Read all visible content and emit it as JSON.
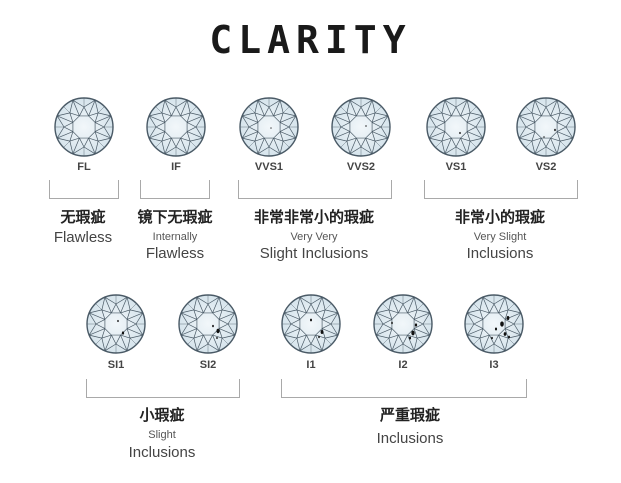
{
  "title": "CLARITY",
  "grades": [
    {
      "code": "FL"
    },
    {
      "code": "IF"
    },
    {
      "code": "VVS1"
    },
    {
      "code": "VVS2"
    },
    {
      "code": "VS1"
    },
    {
      "code": "VS2"
    },
    {
      "code": "SI1"
    },
    {
      "code": "SI2"
    },
    {
      "code": "I1"
    },
    {
      "code": "I2"
    },
    {
      "code": "I3"
    }
  ],
  "groups": [
    {
      "cn": "无瑕疵",
      "en_small": "",
      "en_big": "Flawless"
    },
    {
      "cn": "镜下无瑕疵",
      "en_small": "Internally",
      "en_big": "Flawless"
    },
    {
      "cn": "非常非常小的瑕疵",
      "en_small": "Very Very",
      "en_big": "Slight Inclusions"
    },
    {
      "cn": "非常小的瑕疵",
      "en_small": "Very Slight",
      "en_big": "Inclusions"
    },
    {
      "cn": "小瑕疵",
      "en_small": "Slight",
      "en_big": "Inclusions"
    },
    {
      "cn": "严重瑕疵",
      "en_small": "",
      "en_big": "Inclusions"
    }
  ],
  "colors": {
    "stone_fill": "#d6e4ec",
    "stone_center": "#f2f7fa",
    "stone_line": "#4a5a66",
    "inclusion": "#111111"
  }
}
